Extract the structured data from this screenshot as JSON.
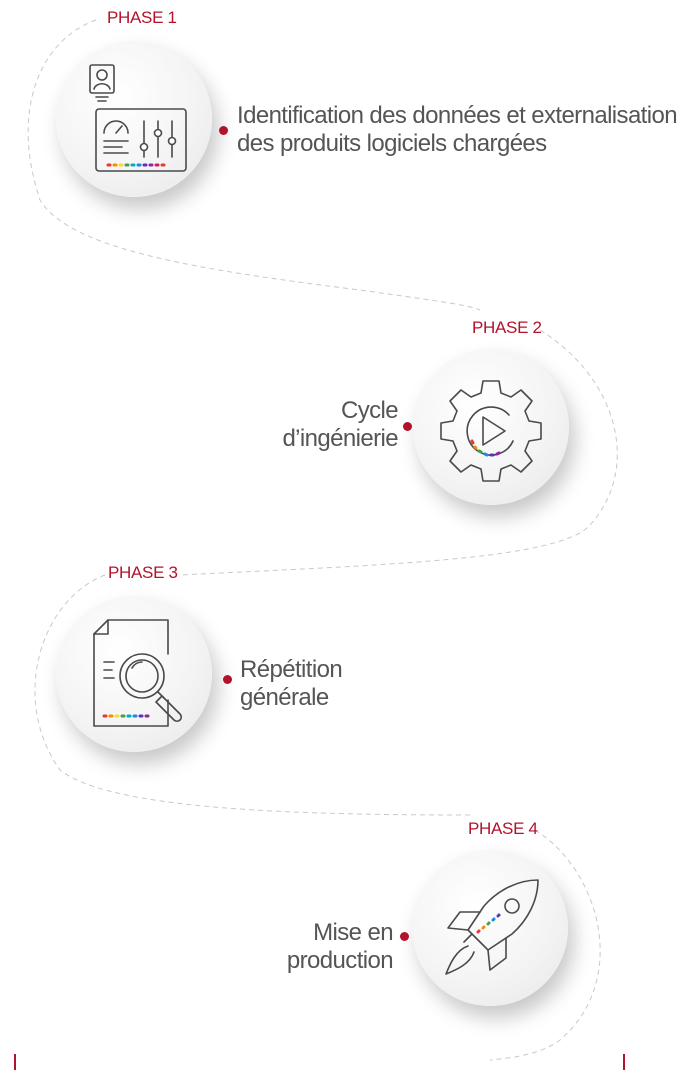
{
  "phases": [
    {
      "label": "PHASE 1",
      "lines": [
        "Identification des données et externalisation",
        "des produits logiciels chargées"
      ],
      "icon": "dashboard-sliders-icon"
    },
    {
      "label": "PHASE 2",
      "lines": [
        "Cycle",
        "d’ingénierie"
      ],
      "icon": "gear-play-icon"
    },
    {
      "label": "PHASE 3",
      "lines": [
        "Répétition",
        "générale"
      ],
      "icon": "document-search-icon"
    },
    {
      "label": "PHASE 4",
      "lines": [
        "Mise en",
        "production"
      ],
      "icon": "rocket-icon"
    }
  ],
  "colors": {
    "accent": "#b3122b",
    "text": "#555555",
    "icon_stroke": "#4a4a4a",
    "rainbow": [
      "#e53935",
      "#fb8c00",
      "#fdd835",
      "#43a047",
      "#00acc1",
      "#1e88e5",
      "#5e35b1",
      "#8e24aa",
      "#d81b60"
    ]
  }
}
